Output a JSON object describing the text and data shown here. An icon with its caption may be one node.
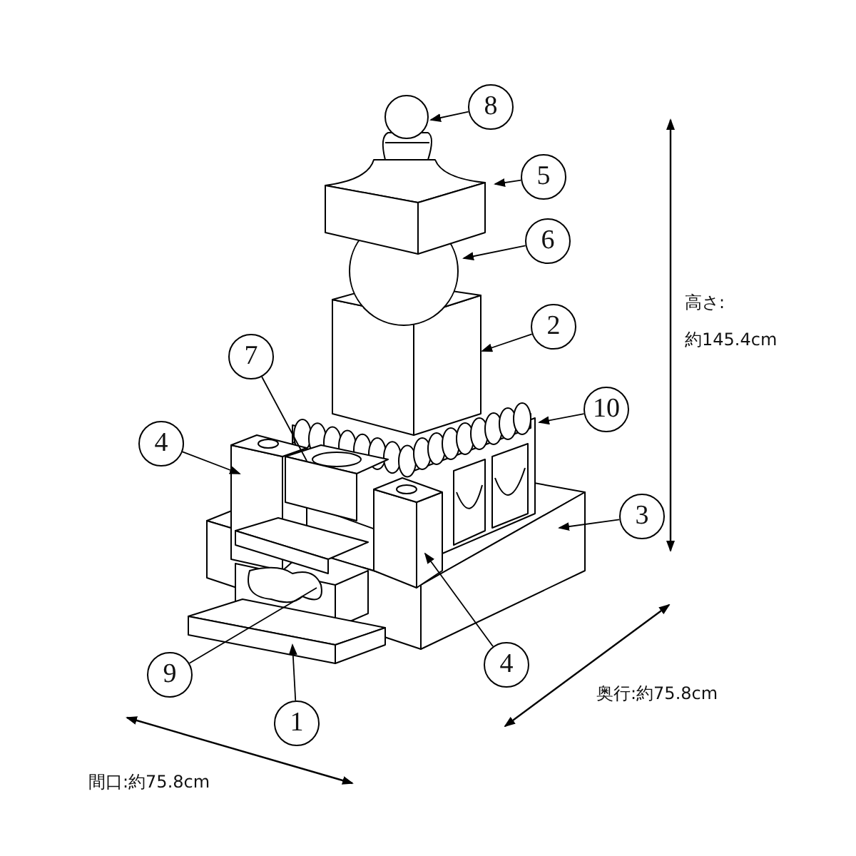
{
  "diagram": {
    "nodes": [
      {
        "text": [
          "8"
        ]
      },
      {
        "text": [
          "5"
        ]
      },
      {
        "text": [
          "6"
        ]
      },
      {
        "text": [
          "2"
        ]
      },
      {
        "text": [
          "7"
        ]
      },
      {
        "text": [
          "10"
        ]
      },
      {
        "text": [
          "4"
        ]
      },
      {
        "text": [
          "3"
        ]
      },
      {
        "text": [
          "4"
        ]
      },
      {
        "text": [
          "9"
        ]
      },
      {
        "text": [
          "1"
        ]
      }
    ],
    "edges": [
      {
        "from": 0,
        "to": null,
        "arrow": "to"
      },
      {
        "from": 1,
        "to": null,
        "arrow": "to"
      },
      {
        "from": 2,
        "to": null,
        "arrow": "to"
      },
      {
        "from": 3,
        "to": null,
        "arrow": "to"
      },
      {
        "from": 4,
        "to": null,
        "arrow": "none"
      },
      {
        "from": 5,
        "to": null,
        "arrow": "to"
      },
      {
        "from": 6,
        "to": null,
        "arrow": "to"
      },
      {
        "from": 7,
        "to": null,
        "arrow": "to"
      },
      {
        "from": 8,
        "to": null,
        "arrow": "to"
      },
      {
        "from": 9,
        "to": null,
        "arrow": "none"
      },
      {
        "from": 10,
        "to": null,
        "arrow": "to"
      }
    ],
    "labels": [
      "高さ:",
      "約145.4cm",
      "奥行:約75.8cm",
      "間口:約75.8cm"
    ]
  }
}
